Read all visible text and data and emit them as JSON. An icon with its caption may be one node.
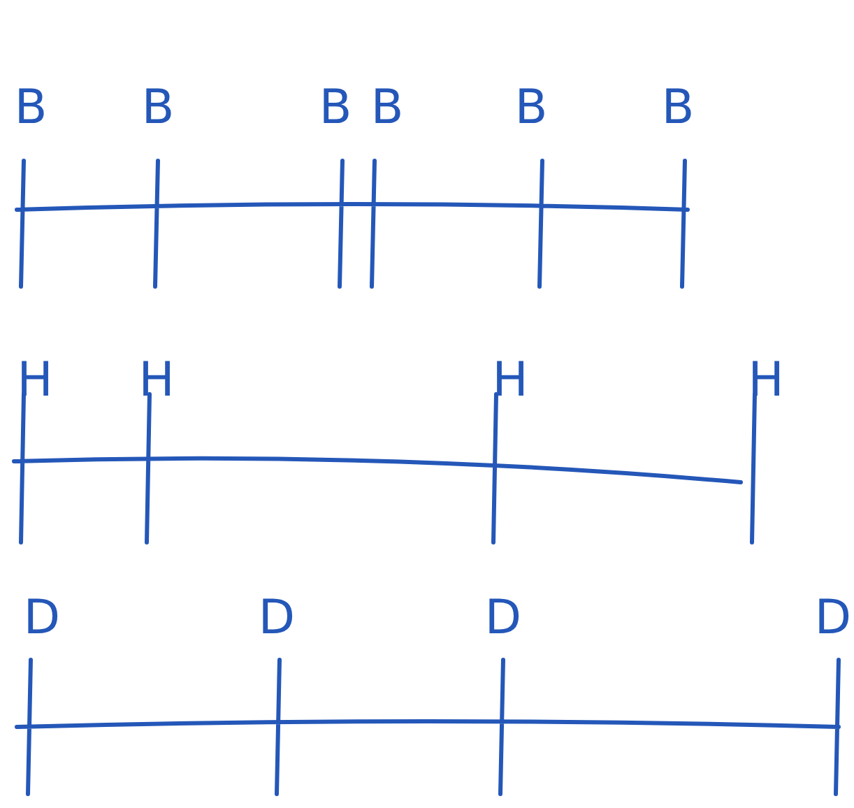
{
  "diagram": {
    "labels": [
      "B",
      "B",
      "B",
      "B",
      "B",
      "B",
      "H",
      "H",
      "H",
      "H",
      "D",
      "D",
      "D",
      "D"
    ]
  }
}
